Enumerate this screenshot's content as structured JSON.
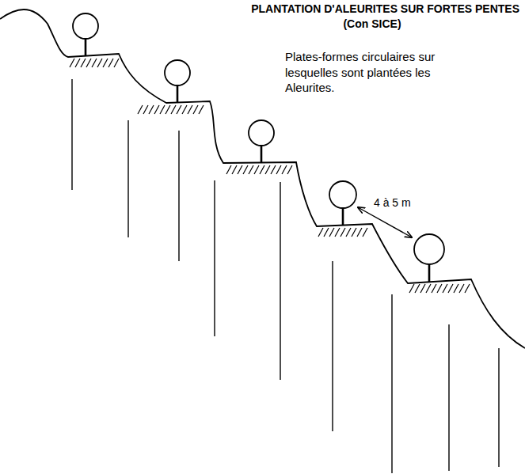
{
  "diagram": {
    "title": "PLANTATION D'ALEURITES SUR FORTES PENTES",
    "labels": [
      "(Con SICE)",
      "Plates-formes circulaires sur lesquelles sont plantées les Aleurites.",
      "4 à 5 m"
    ]
  }
}
